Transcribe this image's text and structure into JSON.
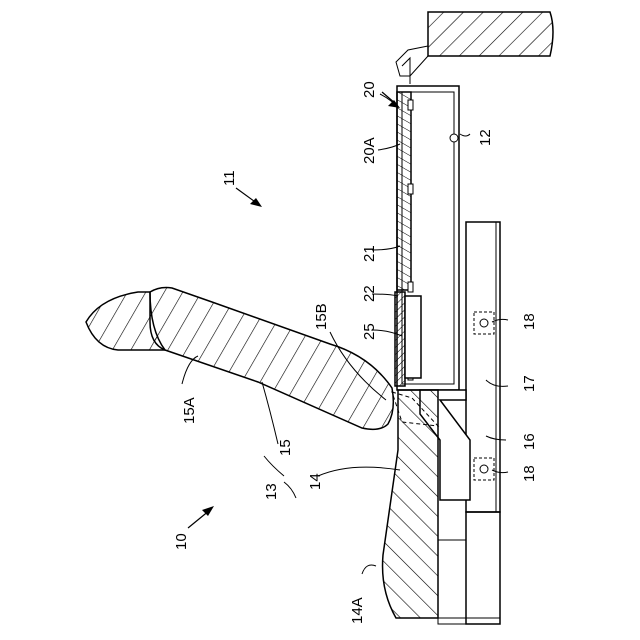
{
  "labels": {
    "ref_10": "10",
    "ref_11": "11",
    "ref_12": "12",
    "ref_13": "13",
    "ref_14": "14",
    "ref_14A": "14A",
    "ref_15": "15",
    "ref_15A": "15A",
    "ref_15B": "15B",
    "ref_16": "16",
    "ref_17": "17",
    "ref_18_top": "18",
    "ref_18_bottom": "18",
    "ref_20": "20",
    "ref_20A": "20A",
    "ref_21": "21",
    "ref_22": "22",
    "ref_25": "25"
  }
}
